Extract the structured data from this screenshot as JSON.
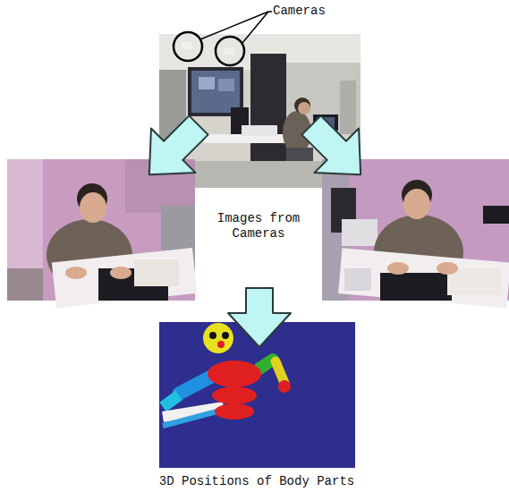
{
  "diagram": {
    "labels": [
      "Cameras",
      "Images from Cameras",
      "3D Positions of Body Parts"
    ]
  }
}
